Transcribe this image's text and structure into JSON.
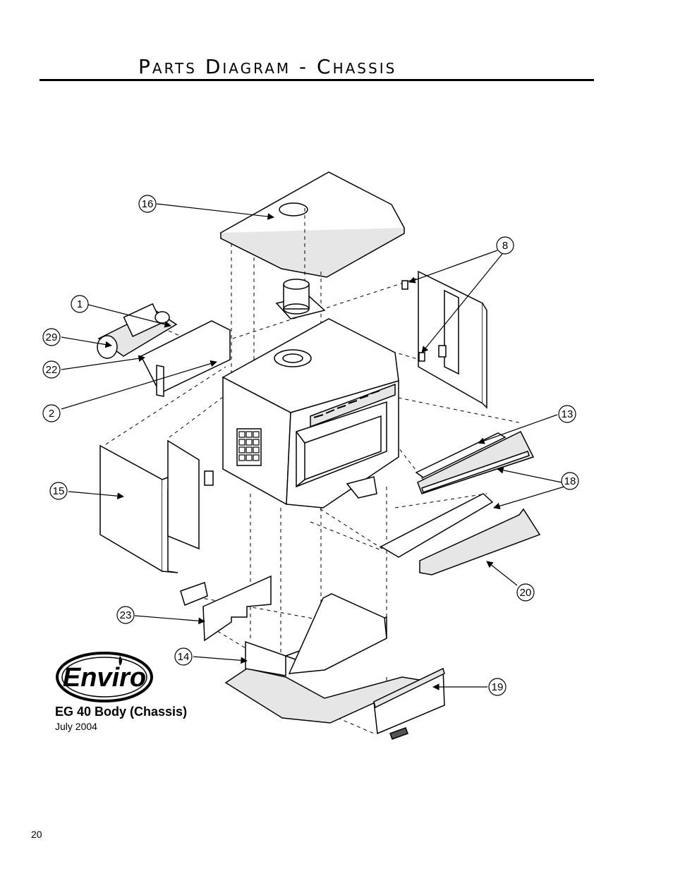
{
  "header": {
    "title": "Parts Diagram - Chassis"
  },
  "callouts": [
    {
      "id": "c16",
      "label": "16"
    },
    {
      "id": "c8",
      "label": "8"
    },
    {
      "id": "c1",
      "label": "1"
    },
    {
      "id": "c29",
      "label": "29"
    },
    {
      "id": "c22",
      "label": "22"
    },
    {
      "id": "c2",
      "label": "2"
    },
    {
      "id": "c13",
      "label": "13"
    },
    {
      "id": "c18",
      "label": "18"
    },
    {
      "id": "c15",
      "label": "15"
    },
    {
      "id": "c20",
      "label": "20"
    },
    {
      "id": "c23",
      "label": "23"
    },
    {
      "id": "c14",
      "label": "14"
    },
    {
      "id": "c19",
      "label": "19"
    }
  ],
  "logo": {
    "text": "Enviro"
  },
  "caption": {
    "model": "EG 40 Body (Chassis)",
    "date": "July 2004"
  },
  "footer": {
    "page_number": "20"
  },
  "colors": {
    "line": "#000000",
    "fill": "#ffffff",
    "shade": "#e6e6e6"
  }
}
